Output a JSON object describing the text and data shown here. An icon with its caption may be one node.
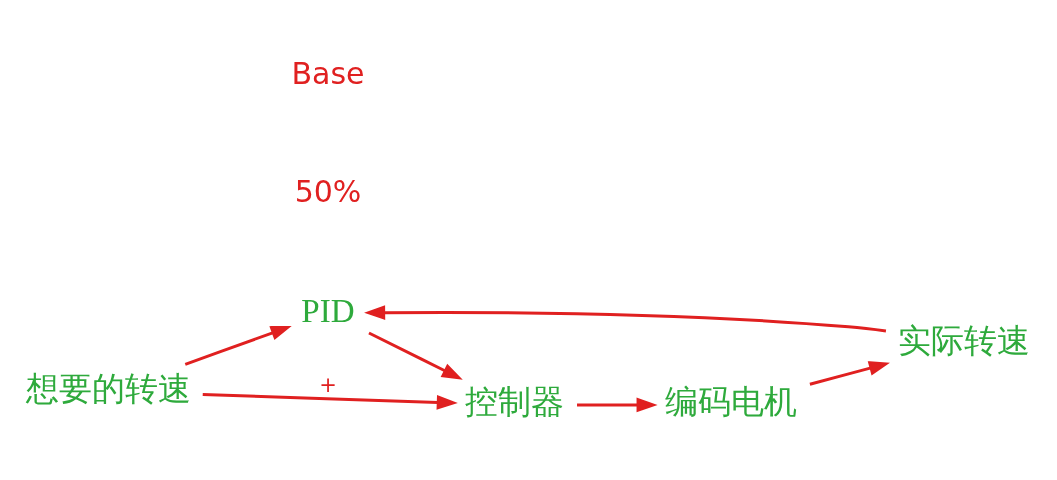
{
  "diagram": {
    "nodes": [
      {
        "text": [
          "想要的转速"
        ]
      },
      {
        "text": [
          "PID"
        ]
      },
      {
        "text": [
          "控制器"
        ]
      },
      {
        "text": [
          "编码电机"
        ]
      },
      {
        "text": [
          "实际转速"
        ]
      }
    ],
    "edges": [
      {
        "from": 0,
        "to": 1,
        "arrow": "to"
      },
      {
        "from": 1,
        "to": 2,
        "arrow": "to"
      },
      {
        "from": 2,
        "to": 3,
        "arrow": "to"
      },
      {
        "from": 3,
        "to": 4,
        "arrow": "to"
      },
      {
        "from": 4,
        "to": 1,
        "arrow": "to"
      },
      {
        "from": 0,
        "to": 2,
        "arrow": "to",
        "label": "+"
      }
    ],
    "labels": [
      "50%",
      "Base"
    ]
  }
}
